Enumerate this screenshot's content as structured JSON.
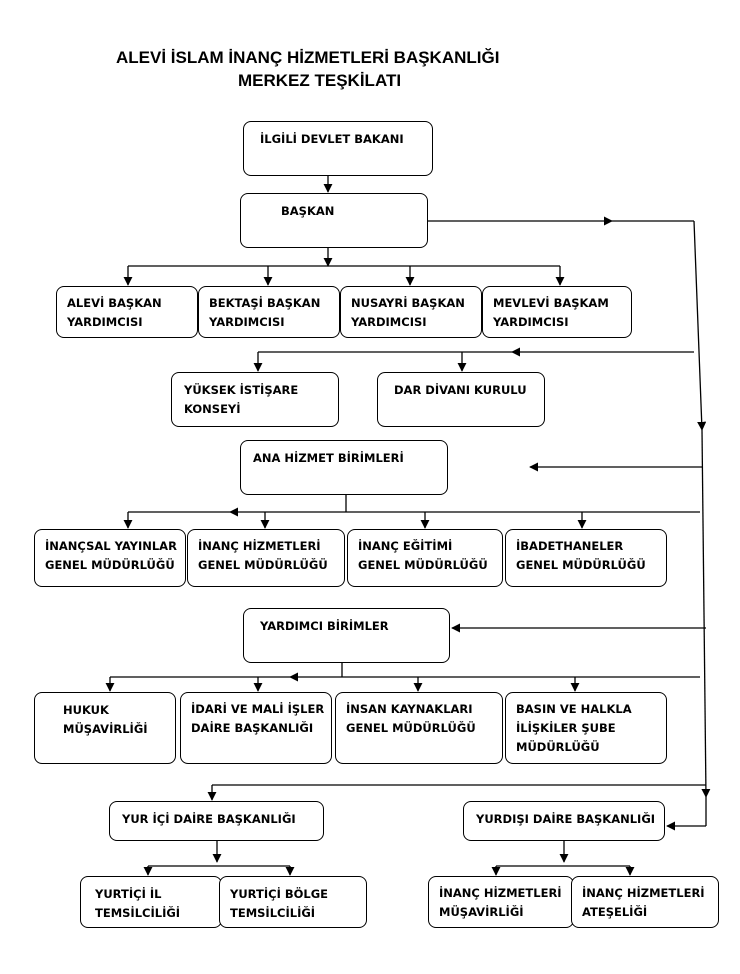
{
  "title": {
    "line1": "ALEVİ İSLAM İNANÇ HİZMETLERİ BAŞKANLIĞI",
    "line2": "MERKEZ TEŞKİLATI"
  },
  "nodes": {
    "devlet_bakani": "İLGİLİ DEVLET BAKANI",
    "baskan": "BAŞKAN",
    "alevi_yardimci": [
      "ALEVİ BAŞKAN",
      "YARDIMCISI"
    ],
    "bektasi_yardimci": [
      "BEKTAŞİ BAŞKAN",
      "YARDIMCISI"
    ],
    "nusayri_yardimci": [
      "NUSAYRİ BAŞKAN",
      "YARDIMCISI"
    ],
    "mevlevi_yardimci": [
      "MEVLEVİ BAŞKAM",
      "YARDIMCISI"
    ],
    "istisare": [
      "YÜKSEK  İSTİŞARE",
      "KONSEYİ"
    ],
    "dar_divani": "DAR DİVANI KURULU",
    "ana_hizmet": "ANA HİZMET BİRİMLERİ",
    "yayinlar": [
      "İNANÇSAL YAYINLAR",
      "GENEL MÜDÜRLÜĞÜ"
    ],
    "inanc_hizmetleri_gm": [
      "İNANÇ HİZMETLERİ",
      "GENEL MÜDÜRLÜĞÜ"
    ],
    "inanc_egitimi": [
      "İNANÇ EĞİTİMİ",
      "GENEL MÜDÜRLÜĞÜ"
    ],
    "ibadethaneler": [
      "İBADETHANELER",
      "GENEL MÜDÜRLÜĞÜ"
    ],
    "yardimci_birimler": "YARDIMCI BİRİMLER",
    "hukuk": [
      "HUKUK",
      "MÜŞAVİRLİĞİ"
    ],
    "idari_mali": [
      "İDARİ VE MALİ İŞLER",
      "DAİRE BAŞKANLIĞI"
    ],
    "insan_kaynaklari": [
      "İNSAN KAYNAKLARI",
      "GENEL MÜDÜRLÜĞÜ"
    ],
    "basin": [
      "BASIN VE HALKLA",
      "İLİŞKİLER  ŞUBE",
      "MÜDÜRLÜĞÜ"
    ],
    "yurt_ici": "YUR İÇİ DAİRE BAŞKANLIĞI",
    "yurt_disi": "YURDIŞI DAİRE BAŞKANLIĞI",
    "yurtici_il": [
      "YURTİÇİ İL",
      "TEMSİLCİLİĞİ"
    ],
    "yurtici_bolge": [
      "YURTİÇİ  BÖLGE",
      "TEMSİLCİLİĞİ"
    ],
    "musavirligi": [
      "İNANÇ HİZMETLERİ",
      "MÜŞAVİRLİĞİ"
    ],
    "ateseligi": [
      "İNANÇ HİZMETLERİ",
      "ATEŞELİĞİ"
    ]
  }
}
